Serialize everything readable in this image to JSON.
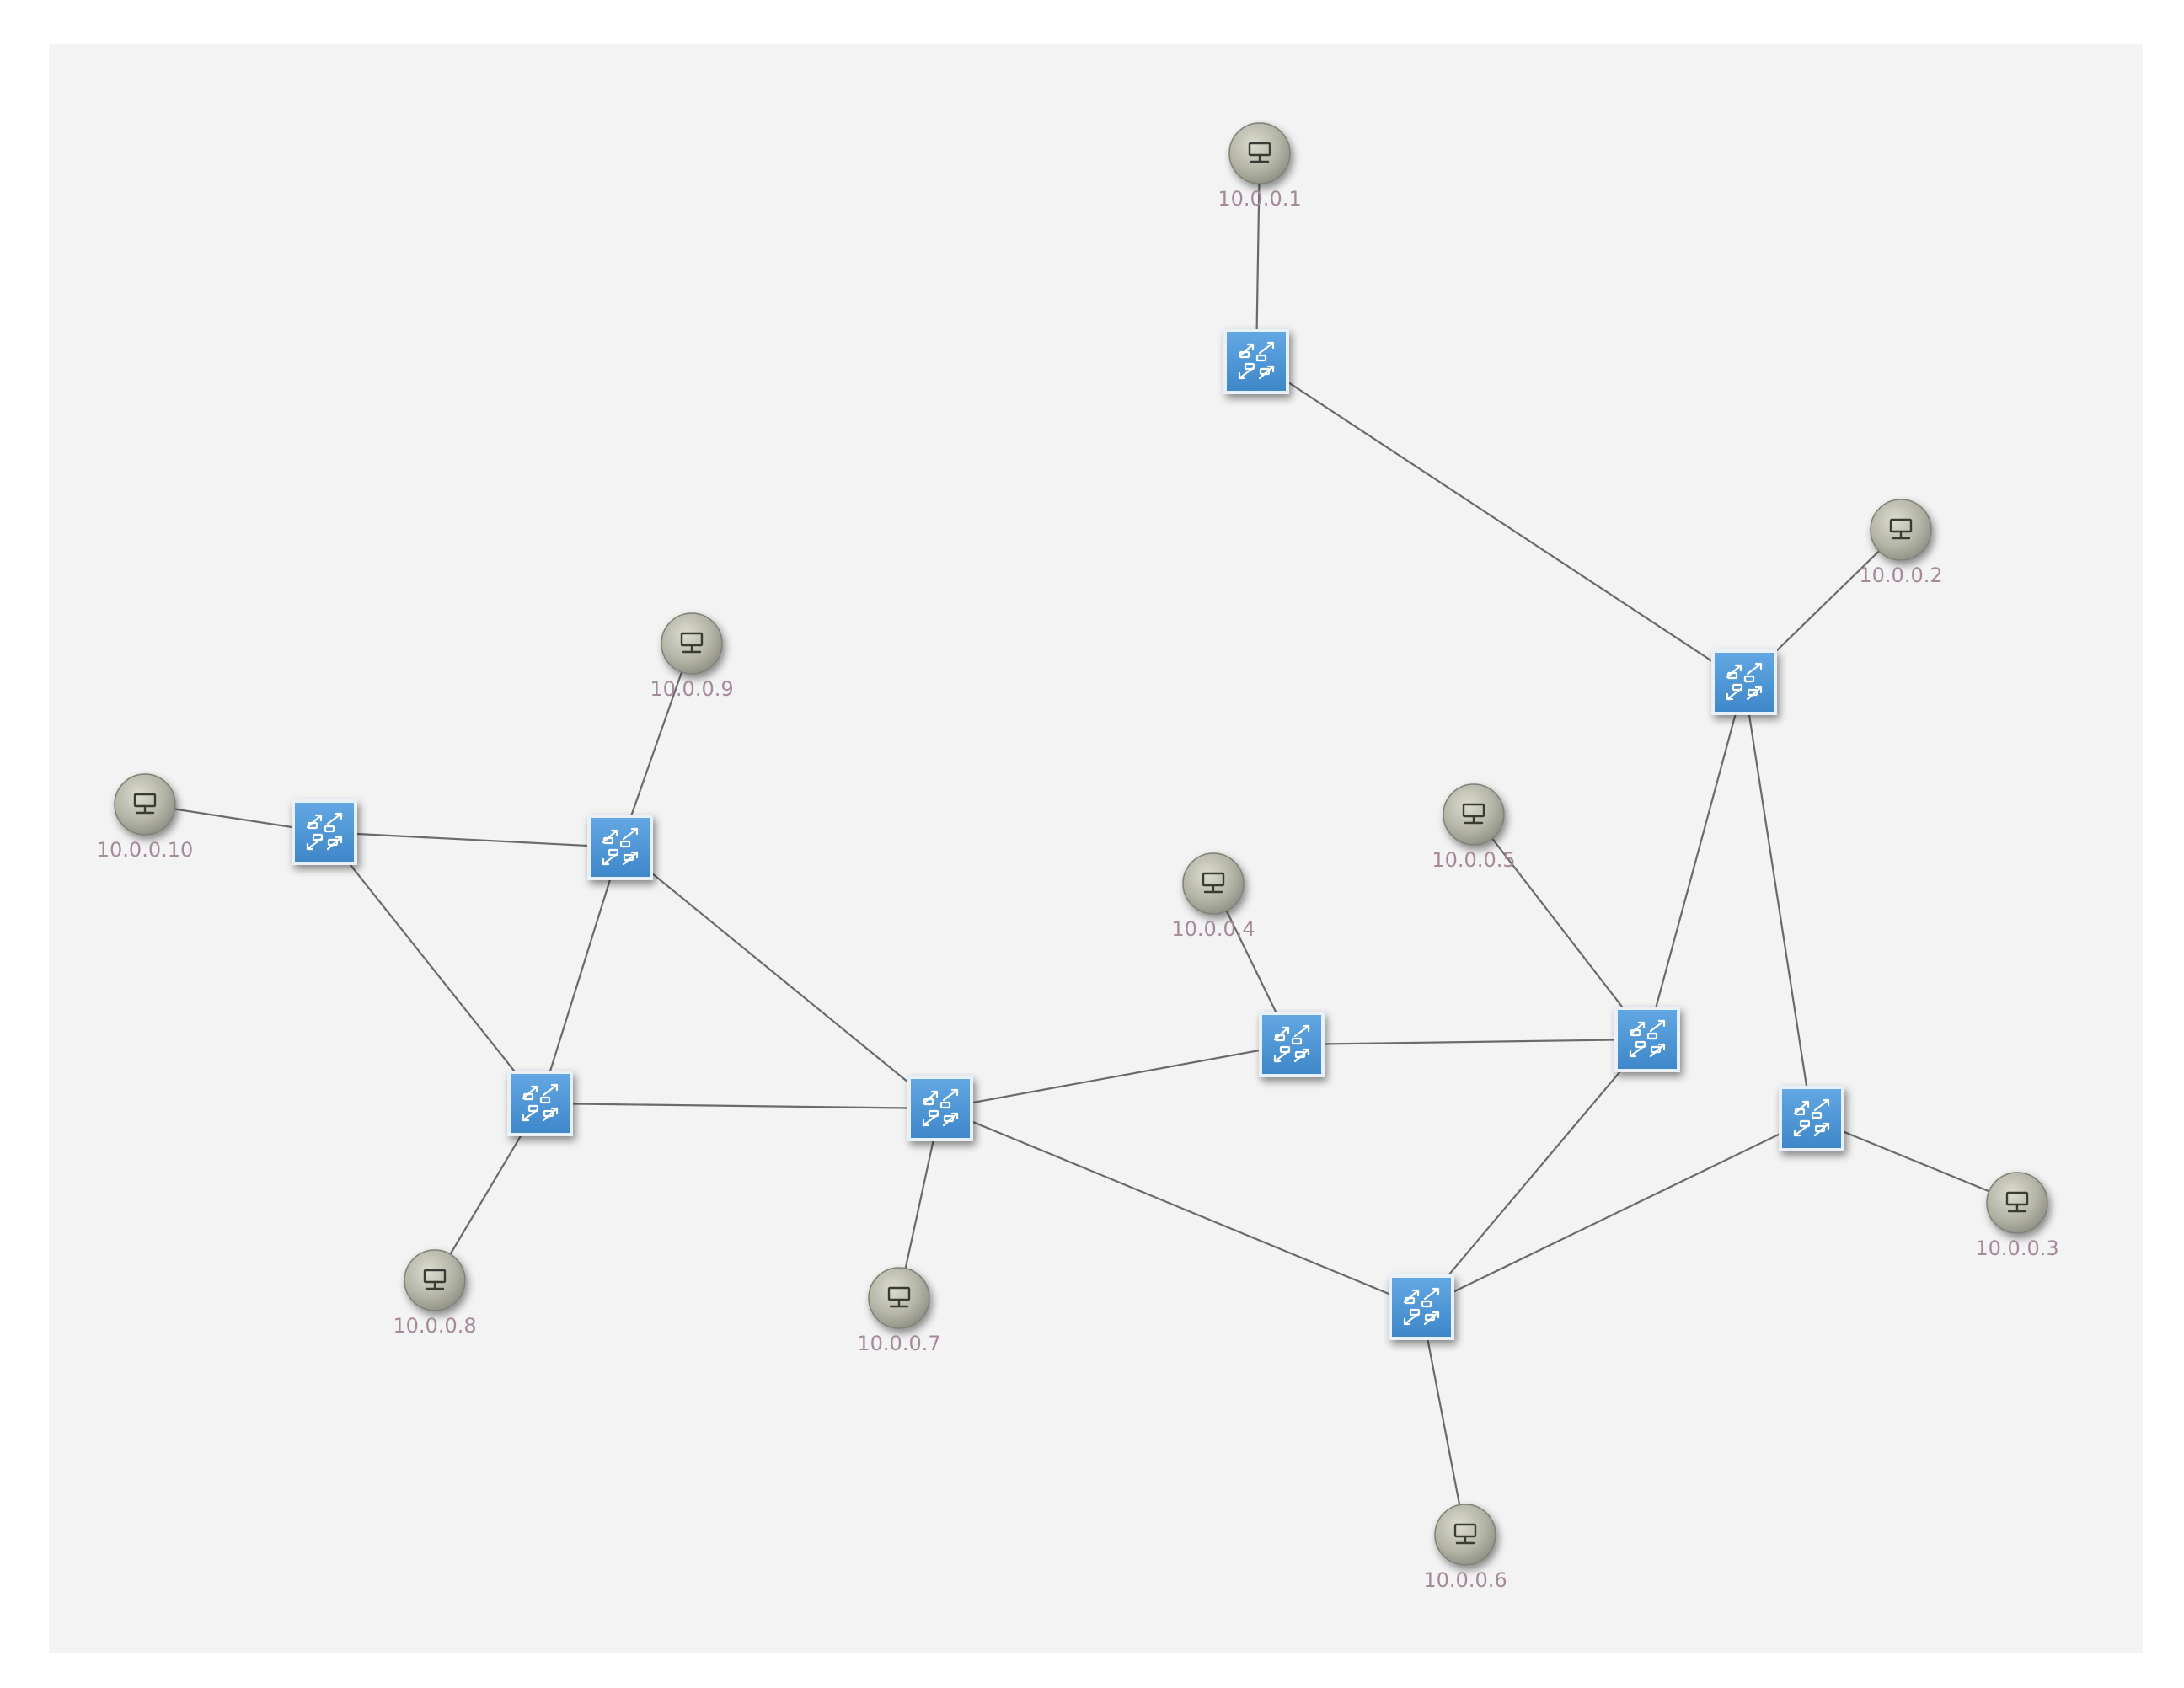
{
  "title": "",
  "colors": {
    "background": "#f3f3f3",
    "link": "#6a6a6a",
    "switch_fill": "#4e97d8",
    "switch_border": "#e8f1fa",
    "host_fill": "#b4b5a6",
    "host_border": "#7f8076",
    "label": "#a58a9c"
  },
  "icons": {
    "switch": "switch-icon",
    "host": "host-icon"
  },
  "switches": [
    {
      "id": "s1"
    },
    {
      "id": "s2"
    },
    {
      "id": "s3"
    },
    {
      "id": "s4"
    },
    {
      "id": "s5"
    },
    {
      "id": "s6"
    },
    {
      "id": "s7"
    },
    {
      "id": "s8"
    },
    {
      "id": "s9"
    },
    {
      "id": "s10"
    }
  ],
  "hosts": [
    {
      "id": "h1",
      "ip": "10.0.0.1"
    },
    {
      "id": "h2",
      "ip": "10.0.0.2"
    },
    {
      "id": "h3",
      "ip": "10.0.0.3"
    },
    {
      "id": "h4",
      "ip": "10.0.0.4"
    },
    {
      "id": "h5",
      "ip": "10.0.0.5"
    },
    {
      "id": "h6",
      "ip": "10.0.0.6"
    },
    {
      "id": "h7",
      "ip": "10.0.0.7"
    },
    {
      "id": "h8",
      "ip": "10.0.0.8"
    },
    {
      "id": "h9",
      "ip": "10.0.0.9"
    },
    {
      "id": "h10",
      "ip": "10.0.0.10"
    }
  ],
  "links": [
    [
      "h1",
      "s1"
    ],
    [
      "s1",
      "s2"
    ],
    [
      "s2",
      "h2"
    ],
    [
      "s2",
      "s6"
    ],
    [
      "s2",
      "s7"
    ],
    [
      "s5",
      "h4"
    ],
    [
      "s5",
      "s6"
    ],
    [
      "h5",
      "s6"
    ],
    [
      "s6",
      "s8"
    ],
    [
      "s7",
      "s8"
    ],
    [
      "s7",
      "h3"
    ],
    [
      "s8",
      "h6"
    ],
    [
      "s10",
      "h10"
    ],
    [
      "s10",
      "s9"
    ],
    [
      "s9",
      "h9"
    ],
    [
      "s10",
      "s3"
    ],
    [
      "s9",
      "s3"
    ],
    [
      "s9",
      "s4"
    ],
    [
      "s3",
      "s4"
    ],
    [
      "s3",
      "h8"
    ],
    [
      "s4",
      "h7"
    ],
    [
      "s4",
      "s5"
    ],
    [
      "s4",
      "s8"
    ]
  ]
}
